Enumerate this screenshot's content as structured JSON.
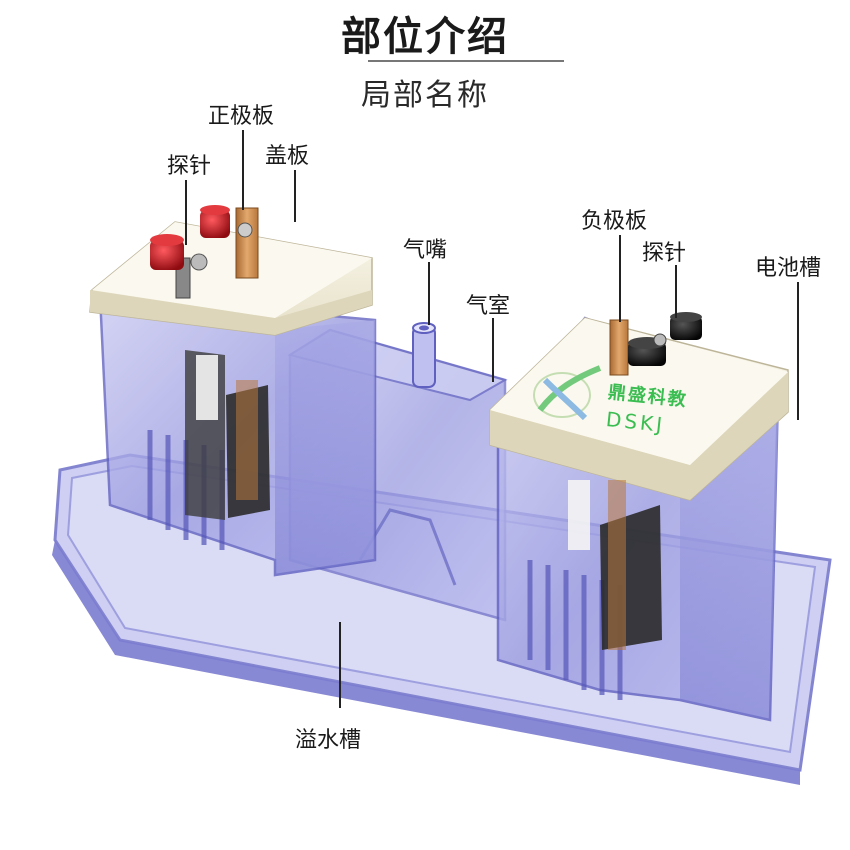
{
  "header": {
    "title": "部位介绍",
    "subtitle": "局部名称"
  },
  "labels": {
    "probe_left": "探针",
    "positive_plate": "正极板",
    "cover_plate": "盖板",
    "gas_nozzle": "气嘴",
    "gas_chamber": "气室",
    "negative_plate": "负极板",
    "probe_right": "探针",
    "battery_tank": "电池槽",
    "overflow_tank": "溢水槽"
  },
  "brand": {
    "name_cn": "鼎盛科教",
    "name_en": "DSKJ"
  },
  "colors": {
    "acrylic": "#8f8fdc",
    "cover": "#f3efdf",
    "terminal_red": "#c4161c",
    "terminal_black": "#1a1a1a",
    "copper": "#c8874a",
    "brand_green": "#3bbd52"
  }
}
